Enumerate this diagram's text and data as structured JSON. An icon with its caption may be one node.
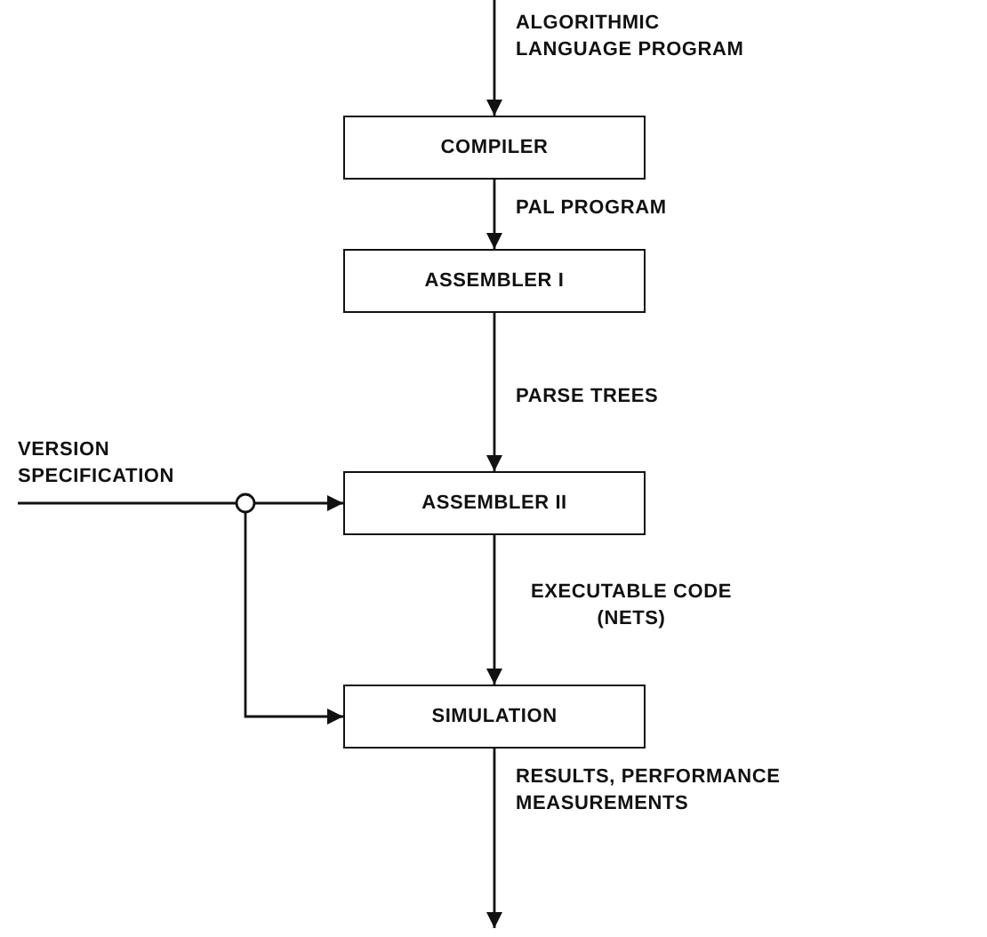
{
  "diagram": {
    "nodes": [
      {
        "text": [
          "COMPILER"
        ]
      },
      {
        "text": [
          "ASSEMBLER I"
        ]
      },
      {
        "text": [
          "ASSEMBLER II"
        ]
      },
      {
        "text": [
          "SIMULATION"
        ]
      },
      {
        "text": [],
        "shape": "circle"
      }
    ],
    "edges": [
      {
        "from": null,
        "to": 0,
        "arrow": "to",
        "label": "ALGORITHMIC LANGUAGE PROGRAM"
      },
      {
        "from": 0,
        "to": 1,
        "arrow": "to",
        "label": "PAL PROGRAM"
      },
      {
        "from": 1,
        "to": 2,
        "arrow": "to",
        "label": "PARSE TREES"
      },
      {
        "from": 2,
        "to": 3,
        "arrow": "to",
        "label": "EXECUTABLE CODE (NETS)"
      },
      {
        "from": 3,
        "to": null,
        "arrow": "to",
        "label": "RESULTS, PERFORMANCE MEASUREMENTS"
      },
      {
        "from": null,
        "to": 4,
        "arrow": "none",
        "label": "VERSION SPECIFICATION"
      },
      {
        "from": 4,
        "to": 2,
        "arrow": "to"
      },
      {
        "from": 4,
        "to": 3,
        "arrow": "to"
      }
    ]
  }
}
